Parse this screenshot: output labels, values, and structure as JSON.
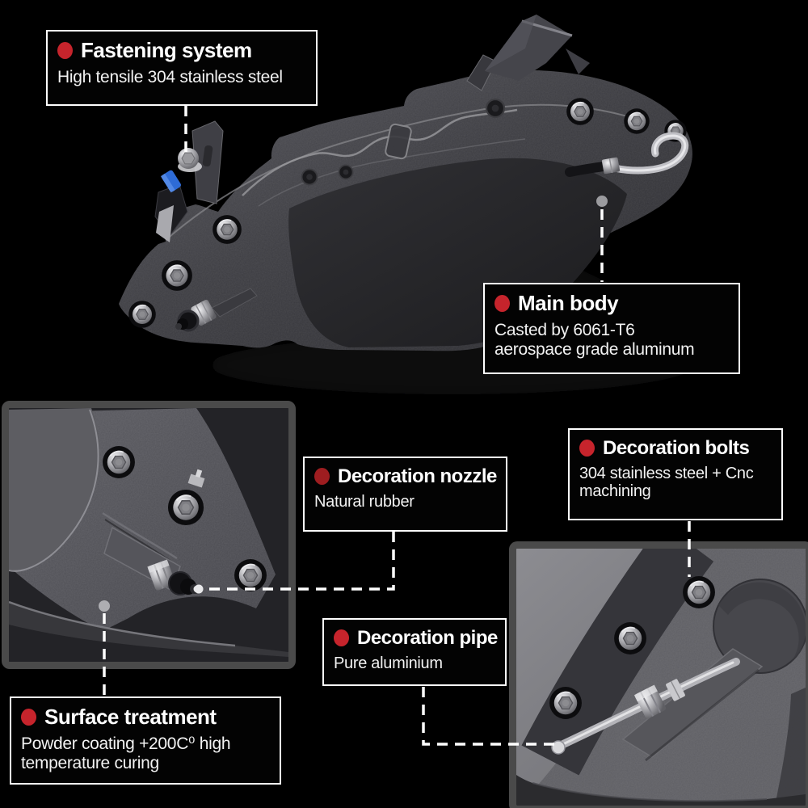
{
  "page": {
    "background": "#000000"
  },
  "colors": {
    "accent_red": "#c6242c",
    "accent_red_dark": "#9e1d20",
    "box_border": "#ffffff",
    "text": "#ffffff",
    "photo_frame_gray": "#4a4a4a",
    "caliper_gray": "#4a4a4f",
    "steel_silver": "#c9c9cd",
    "leader_line": "#ffffff"
  },
  "callouts": {
    "fastening": {
      "title": "Fastening system",
      "line1": "High tensile 304 stainless steel"
    },
    "main_body": {
      "title": "Main body",
      "line1": "Casted by 6061-T6",
      "line2": "aerospace grade aluminum"
    },
    "nozzle": {
      "title": "Decoration nozzle",
      "line1": "Natural rubber"
    },
    "bolts": {
      "title": "Decoration bolts",
      "line1": "304 stainless steel + Cnc",
      "line2": "machining"
    },
    "pipe": {
      "title": "Decoration pipe",
      "line1": "Pure aluminium"
    },
    "surface": {
      "title": "Surface treatment",
      "line1": "Powder coating +200C⁰ high",
      "line2": "temperature curing"
    }
  }
}
